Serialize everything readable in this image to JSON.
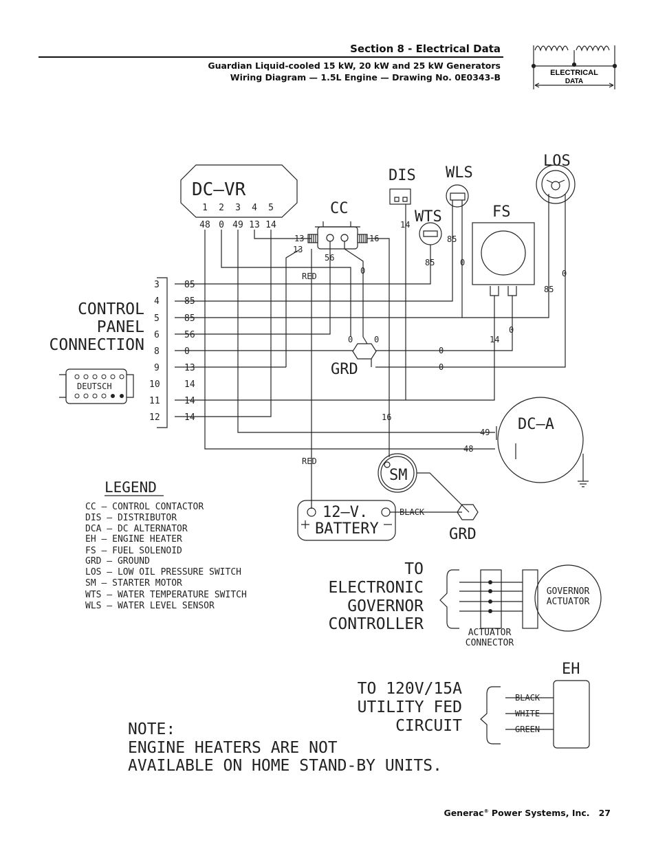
{
  "header": {
    "section_title": "Section 8 - Electrical Data",
    "subtitle_line1": "Guardian Liquid-cooled 15 kW, 20 kW and 25 kW Generators",
    "subtitle_line2": "Wiring Diagram — 1.5L Engine — Drawing No. 0E0343-B",
    "logo_text_line1": "ELECTRICAL",
    "logo_text_line2": "DATA"
  },
  "footer": {
    "company": "Generac",
    "reg": "®",
    "company_rest": " Power Systems, Inc.",
    "page_number": "27"
  },
  "components": {
    "dcvr": "DC—VR",
    "dcvr_pins": [
      "1",
      "2",
      "3",
      "4",
      "5"
    ],
    "dcvr_wires": [
      "48",
      "0",
      "49",
      "13",
      "14"
    ],
    "cc": "CC",
    "dis": "DIS",
    "wls": "WLS",
    "wts": "WTS",
    "los": "LOS",
    "fs": "FS",
    "grd": "GRD",
    "dca": "DC—A",
    "sm": "SM",
    "battery_line1": "12—V.",
    "battery_line2": "BATTERY",
    "grd2": "GRD",
    "eh": "EH",
    "deutsch": "DEUTSCH",
    "governor_line1": "GOVERNOR",
    "governor_line2": "ACTUATOR",
    "actuator_line1": "ACTUATOR",
    "actuator_line2": "CONNECTOR"
  },
  "control_panel": {
    "title_lines": [
      "CONTROL",
      "PANEL",
      "CONNECTION"
    ],
    "pins": [
      "3",
      "4",
      "5",
      "6",
      "8",
      "9",
      "10",
      "11",
      "12"
    ],
    "wires": [
      "85",
      "85",
      "85",
      "56",
      "0",
      "13",
      "14",
      "14",
      "14"
    ]
  },
  "wire_labels": {
    "cc_left": "13",
    "cc_left_b": "13",
    "cc_right": "16",
    "cc_56": "56",
    "cc_0": "0",
    "dis_14": "14",
    "wts_85": "85",
    "wls_85": "85",
    "wls_0": "0",
    "fs_14": "14",
    "fs_0": "0",
    "los_85": "85",
    "los_0": "0",
    "red_top": "RED",
    "red_bottom": "RED",
    "grd_0_left": "0",
    "grd_0_right": "0",
    "grd_0_row8": "0",
    "grd_0_row9": "0",
    "sm_16": "16",
    "dca_49": "49",
    "dca_48": "48",
    "black": "BLACK",
    "battery_plus": "+",
    "battery_minus": "—",
    "eh_black": "BLACK",
    "eh_white": "WHITE",
    "eh_green": "GREEN"
  },
  "legend": {
    "title": "LEGEND",
    "items": [
      "CC    — CONTROL CONTACTOR",
      "DIS  — DISTRIBUTOR",
      "DCA  — DC ALTERNATOR",
      "EH    — ENGINE HEATER",
      "FS    — FUEL SOLENOID",
      "GRD  — GROUND",
      "LOS  — LOW OIL PRESSURE SWITCH",
      "SM    — STARTER MOTOR",
      "WTS  — WATER TEMPERATURE SWITCH",
      "WLS  — WATER LEVEL SENSOR"
    ]
  },
  "governor_text": [
    "TO",
    "ELECTRONIC",
    "GOVERNOR",
    "CONTROLLER"
  ],
  "utility_text": [
    "TO 120V/15A",
    "UTILITY FED",
    "CIRCUIT"
  ],
  "note": [
    "NOTE:",
    "ENGINE HEATERS ARE NOT",
    "AVAILABLE ON HOME STAND-BY UNITS."
  ]
}
